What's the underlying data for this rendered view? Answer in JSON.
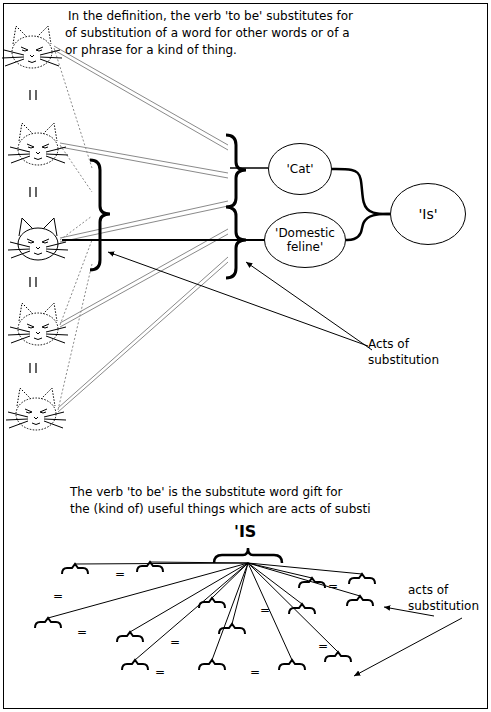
{
  "diagram": {
    "nodes": [
      {
        "text": [
          "'Cat'"
        ]
      },
      {
        "text": [
          "'Domestic feline'"
        ]
      },
      {
        "text": [
          "'Is'"
        ]
      }
    ],
    "edges": [
      {
        "from": 0,
        "to": 2,
        "arrow": "none"
      },
      {
        "from": 1,
        "to": 2,
        "arrow": "none"
      }
    ],
    "labels": [
      "In the definition, the verb 'to be' substitutes for",
      "of substitution of a word for other words or of a",
      "or phrase for a kind of thing.",
      "Acts of substitution",
      "The verb 'to be' is the substitute word gift for",
      "the (kind of) useful things which are acts of substi",
      "'IS",
      "acts of substitution",
      "=",
      "=",
      "=",
      "=",
      "=",
      "=",
      "=",
      "=",
      "="
    ]
  }
}
